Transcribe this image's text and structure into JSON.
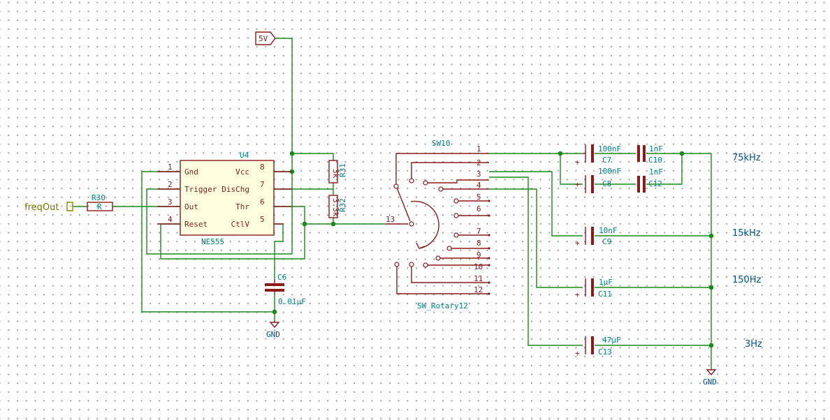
{
  "u4": {
    "ref": "U4",
    "value": "NE555",
    "pins": [
      {
        "num": "1",
        "name": "Gnd"
      },
      {
        "num": "2",
        "name": "Trigger"
      },
      {
        "num": "3",
        "name": "Out"
      },
      {
        "num": "4",
        "name": "Reset"
      },
      {
        "num": "8",
        "name": "Vcc"
      },
      {
        "num": "7",
        "name": "DisChg"
      },
      {
        "num": "6",
        "name": "Thr"
      },
      {
        "num": "5",
        "name": "CtlV"
      }
    ]
  },
  "r30": {
    "ref": "R30",
    "value": "R"
  },
  "r31": {
    "ref": "R31",
    "value": "3k"
  },
  "r32": {
    "ref": "R32",
    "value": "3.3k"
  },
  "c6": {
    "ref": "C6",
    "value": "0.01µF"
  },
  "power": {
    "v5": "5V",
    "gnd1": "GND",
    "gnd2": "GND"
  },
  "label": {
    "freq_out": "freqOut"
  },
  "sw10": {
    "ref": "SW10",
    "value": "SW_Rotary12",
    "common": "13",
    "positions": [
      "1",
      "2",
      "3",
      "4",
      "5",
      "6",
      "7",
      "8",
      "9",
      "10",
      "11",
      "12"
    ]
  },
  "caps": [
    {
      "ref": "C7",
      "value": "100nF"
    },
    {
      "ref": "C8",
      "value": "100nF"
    },
    {
      "ref": "C10",
      "value": "1nF"
    },
    {
      "ref": "C12",
      "value": "1nF"
    },
    {
      "ref": "C9",
      "value": "10nF"
    },
    {
      "ref": "C11",
      "value": "1µF"
    },
    {
      "ref": "C13",
      "value": "47µF"
    }
  ],
  "notes": {
    "f1": "75kHz",
    "f2": "15kHz",
    "f3": "150Hz",
    "f4": "3Hz"
  }
}
